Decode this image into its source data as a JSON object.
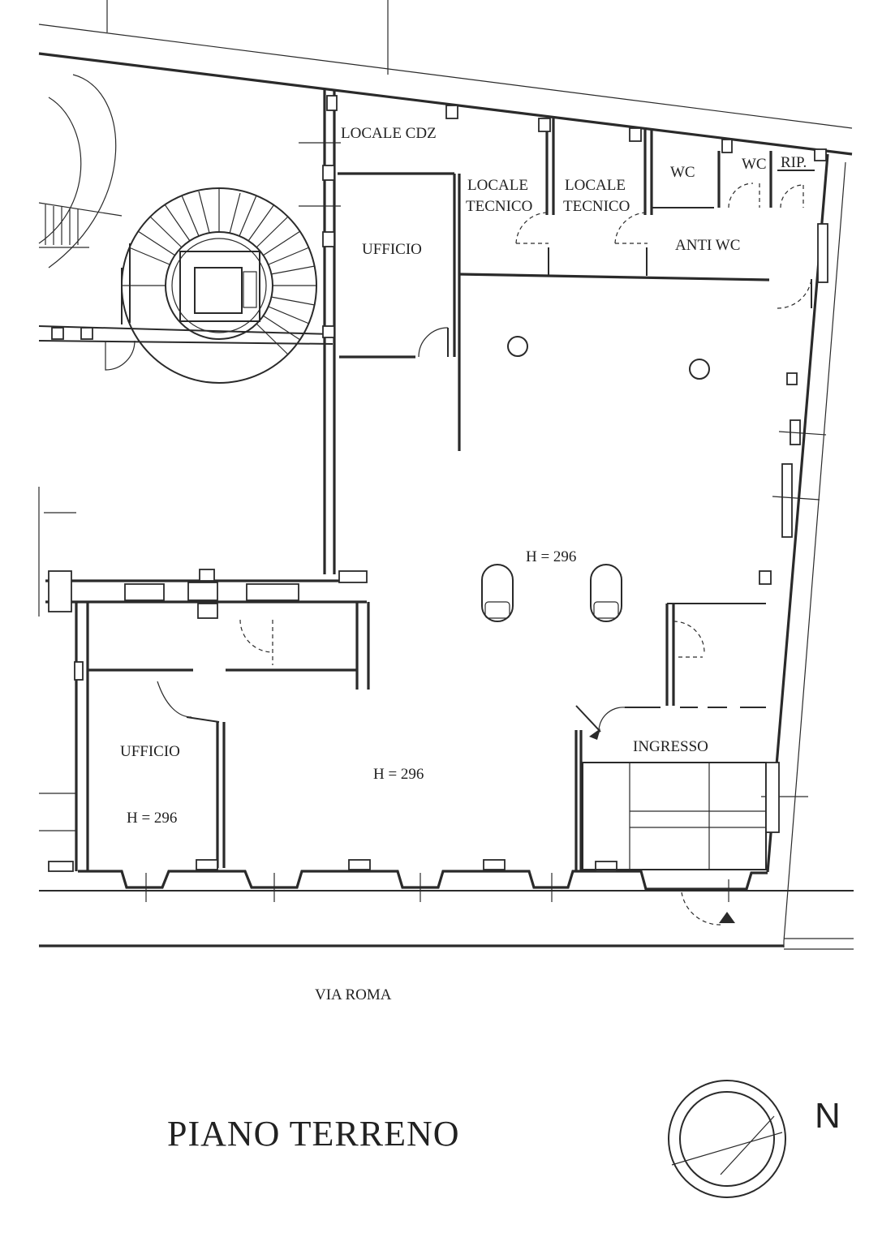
{
  "plan": {
    "title": "PIANO TERRENO",
    "street": "VIA ROMA",
    "north_label": "N",
    "rooms": {
      "locale_cdz": "LOCALE CDZ",
      "locale_tecnico_1_line1": "LOCALE",
      "locale_tecnico_1_line2": "TECNICO",
      "locale_tecnico_2_line1": "LOCALE",
      "locale_tecnico_2_line2": "TECNICO",
      "wc_1": "WC",
      "wc_2": "WC",
      "rip": "RIP.",
      "anti_wc": "ANTI WC",
      "ufficio_upper": "UFFICIO",
      "main_height": "H = 296",
      "ingresso": "INGRESSO",
      "hall_height": "H = 296",
      "ufficio_lower": "UFFICIO",
      "ufficio_lower_height": "H = 296"
    }
  }
}
